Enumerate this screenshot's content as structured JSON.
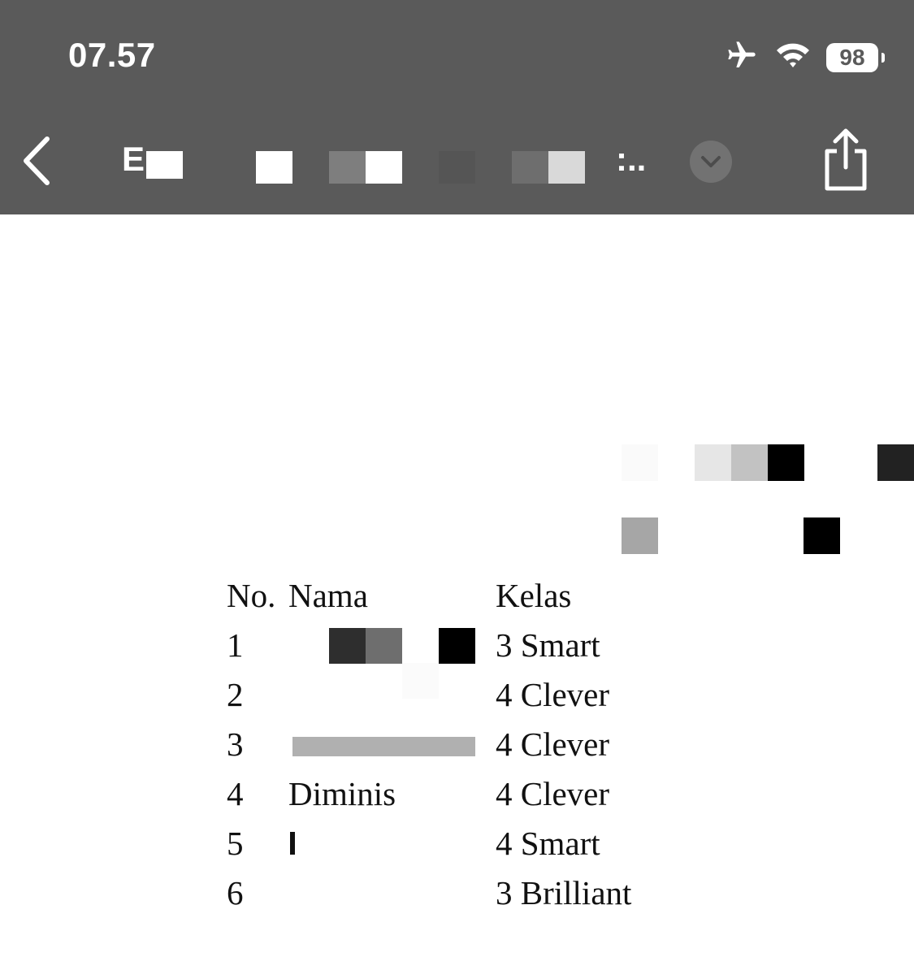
{
  "status_bar": {
    "time": "07.57",
    "battery_level": "98",
    "icons": [
      "airplane-icon",
      "wifi-icon",
      "battery-icon"
    ]
  },
  "nav_bar": {
    "title_visible": "E",
    "title_trailing": ":..",
    "icons": [
      "back-chevron-icon",
      "chevron-down-icon",
      "share-icon"
    ]
  },
  "table": {
    "headers": {
      "no": "No.",
      "name": "Nama",
      "class": "Kelas"
    },
    "rows": [
      {
        "no": "1",
        "name": "",
        "class": "3 Smart"
      },
      {
        "no": "2",
        "name": "",
        "class": "4 Clever"
      },
      {
        "no": "3",
        "name": "",
        "class": "4 Clever"
      },
      {
        "no": "4",
        "name": "Diminis",
        "class": "4 Clever"
      },
      {
        "no": "5",
        "name": "",
        "class": "4 Smart"
      },
      {
        "no": "6",
        "name": "",
        "class": "3 Brilliant"
      }
    ]
  },
  "colors": {
    "bar_background": "#5a5a5a",
    "page_background": "#ffffff",
    "text": "#111111"
  }
}
